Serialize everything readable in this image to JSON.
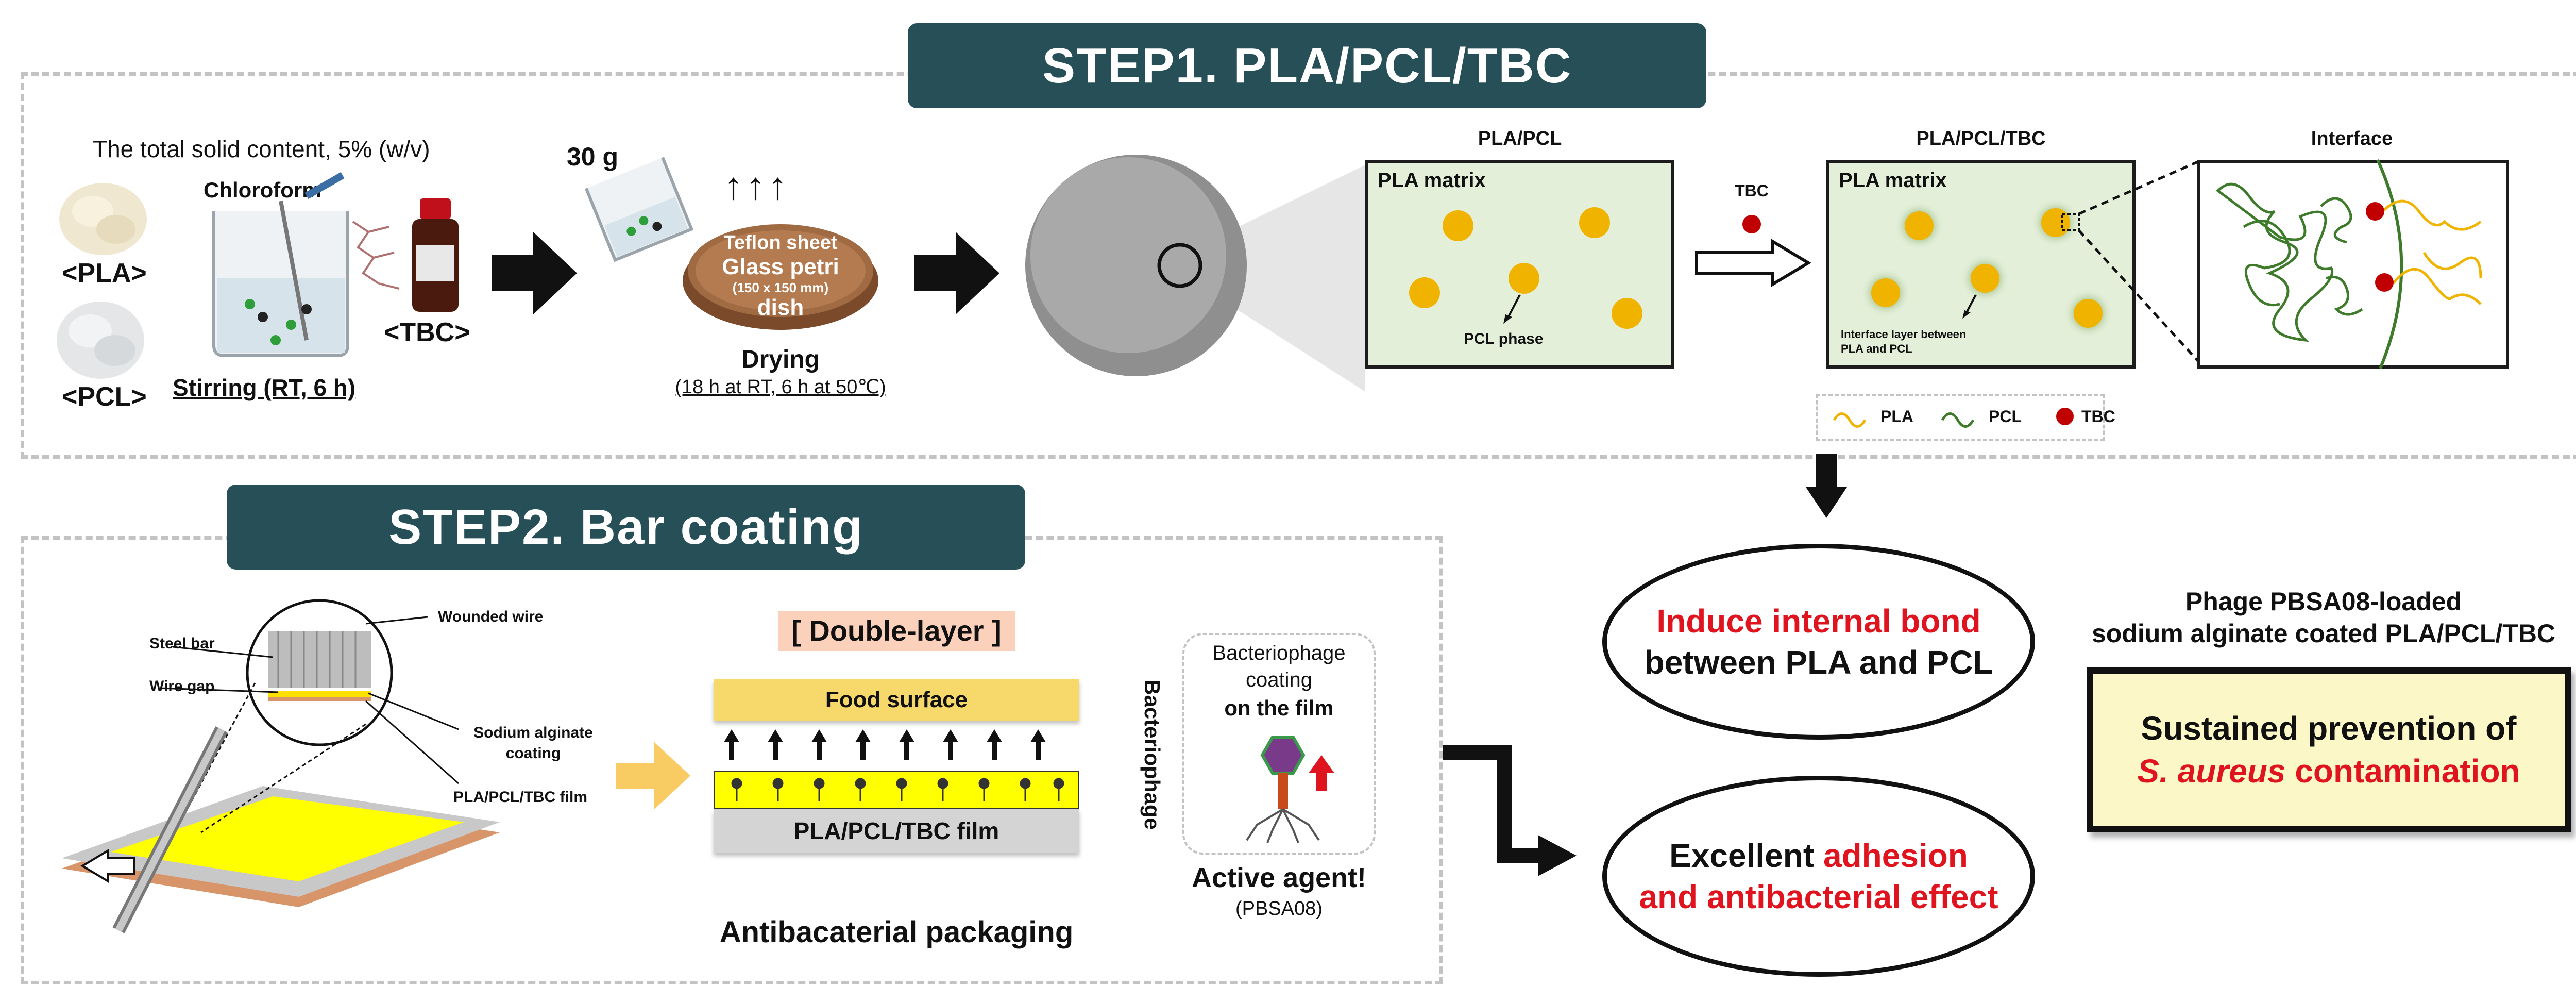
{
  "step1": {
    "title": "STEP1. PLA/PCL/TBC",
    "solid_content": "The total solid content, 5% (w/v)",
    "pla_label": "<PLA>",
    "pcl_label": "<PCL>",
    "chloroform": "Chloroform",
    "tbc_label": "<TBC>",
    "stirring": "Stirring (RT, 6 h)",
    "mass": "30 g",
    "petri_line1": "Teflon sheet",
    "petri_line2": "Glass petri",
    "petri_line3": "(150 x 150 mm)",
    "petri_line4": "dish",
    "drying": "Drying",
    "drying_detail": "(18 h at RT, 6 h at 50℃)",
    "panel1_title": "PLA/PCL",
    "panel1_matrix": "PLA matrix",
    "panel1_phase": "PCL phase",
    "tbc_arrow_label": "TBC",
    "panel2_title": "PLA/PCL/TBC",
    "panel2_matrix": "PLA matrix",
    "panel2_interface_line1": "Interface layer between",
    "panel2_interface_line2": "PLA and PCL",
    "panel3_title": "Interface",
    "legend_pla": "PLA",
    "legend_pcl": "PCL",
    "legend_tbc": "TBC"
  },
  "step2": {
    "title": "STEP2. Bar coating",
    "steel_bar": "Steel bar",
    "wounded_wire": "Wounded wire",
    "wire_gap": "Wire gap",
    "sodium_alginate_line1": "Sodium alginate",
    "sodium_alginate_line2": "coating",
    "film_label": "PLA/PCL/TBC film",
    "double_layer": "[ Double-layer ]",
    "food_surface": "Food surface",
    "film_layer": "PLA/PCL/TBC film",
    "bacteriophage_vertical": "Bacteriophage",
    "antibacterial_packaging": "Antibacaterial packaging",
    "phage_box_line1": "Bacteriophage",
    "phage_box_line2": "coating",
    "phage_box_line3": "on the film",
    "active_agent": "Active agent!",
    "active_agent_sub": "(PBSA08)"
  },
  "outcomes": {
    "ellipse1_line1": "Induce internal bond",
    "ellipse1_line2": "between PLA and PCL",
    "ellipse2_line1_a": "Excellent ",
    "ellipse2_line1_b": "adhesion",
    "ellipse2_line2": "and antibacterial effect",
    "final_title_line1": "Phage PBSA08-loaded",
    "final_title_line2": "sodium alginate coated PLA/PCL/TBC",
    "final_box_line1": "Sustained prevention of",
    "final_box_line2_italic": "S. aureus",
    "final_box_line2_rest": " contamination"
  },
  "colors": {
    "banner": "#264f57",
    "panel_fill": "#e3efd9",
    "pla_particle": "#f0b400",
    "tbc_dot": "#c00000",
    "pcl_chain": "#3d7a2a",
    "yellow_layer": "#f2e600",
    "food_surface": "#f7d86b",
    "final_box": "#fbf7c6",
    "accent_red": "#e0141e"
  },
  "icons": [
    "flask-icon",
    "beaker-icon",
    "bottle-icon",
    "petri-dish-icon",
    "film-disc-icon",
    "arrow-right-icon",
    "arrow-down-icon",
    "bar-coater-icon",
    "phage-icon"
  ]
}
